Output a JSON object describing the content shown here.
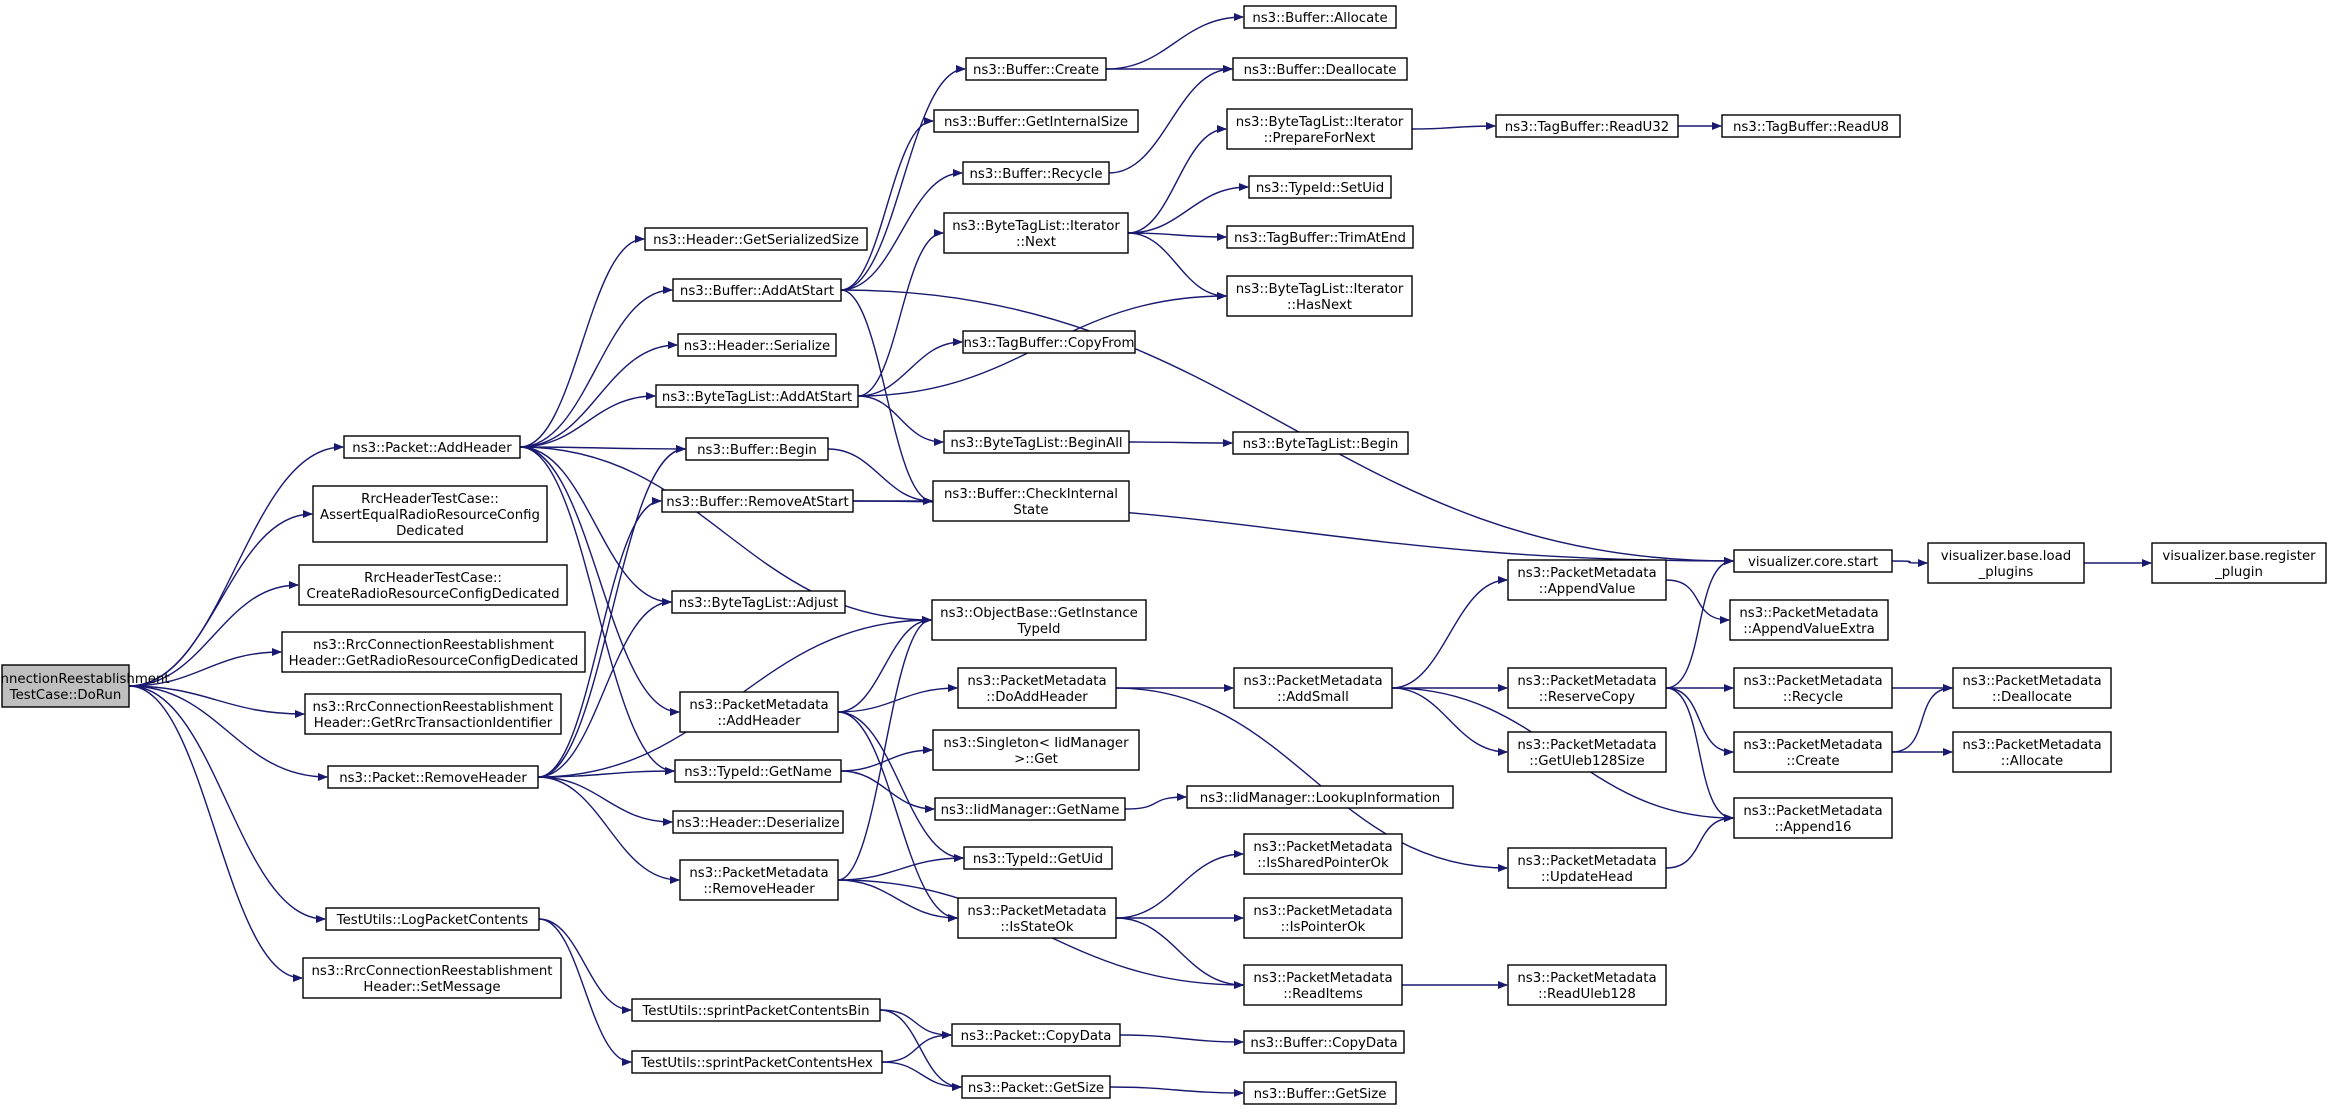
{
  "colors": {
    "edge": "#191970",
    "root_fill": "#bfbfbf",
    "node_fill": "#ffffff",
    "node_stroke": "#000000"
  },
  "nodes": {
    "root": [
      "RrcConnectionReestablishment",
      "TestCase::DoRun"
    ],
    "addHeader": [
      "ns3::Packet::AddHeader"
    ],
    "assertEqual": [
      "RrcHeaderTestCase::",
      "AssertEqualRadioResourceConfig",
      "Dedicated"
    ],
    "createRadio": [
      "RrcHeaderTestCase::",
      "CreateRadioResourceConfigDedicated"
    ],
    "getRadioDed": [
      "ns3::RrcConnectionReestablishment",
      "Header::GetRadioResourceConfigDedicated"
    ],
    "getRrcTrans": [
      "ns3::RrcConnectionReestablishment",
      "Header::GetRrcTransactionIdentifier"
    ],
    "removeHeader": [
      "ns3::Packet::RemoveHeader"
    ],
    "logPacket": [
      "TestUtils::LogPacketContents"
    ],
    "setMessage": [
      "ns3::RrcConnectionReestablishment",
      "Header::SetMessage"
    ],
    "hdrGetSerSize": [
      "ns3::Header::GetSerializedSize"
    ],
    "bufAddAtStart": [
      "ns3::Buffer::AddAtStart"
    ],
    "hdrSerialize": [
      "ns3::Header::Serialize"
    ],
    "btlAddAtStart": [
      "ns3::ByteTagList::AddAtStart"
    ],
    "bufBegin": [
      "ns3::Buffer::Begin"
    ],
    "bufRemoveAtStart": [
      "ns3::Buffer::RemoveAtStart"
    ],
    "btlAdjust": [
      "ns3::ByteTagList::Adjust"
    ],
    "pmAddHeader": [
      "ns3::PacketMetadata",
      "::AddHeader"
    ],
    "typeIdGetName": [
      "ns3::TypeId::GetName"
    ],
    "hdrDeserialize": [
      "ns3::Header::Deserialize"
    ],
    "pmRemoveHeader": [
      "ns3::PacketMetadata",
      "::RemoveHeader"
    ],
    "sprintBin": [
      "TestUtils::sprintPacketContentsBin"
    ],
    "sprintHex": [
      "TestUtils::sprintPacketContentsHex"
    ],
    "bufCreate": [
      "ns3::Buffer::Create"
    ],
    "bufGetInternalSize": [
      "ns3::Buffer::GetInternalSize"
    ],
    "bufRecycle": [
      "ns3::Buffer::Recycle"
    ],
    "btlIterNext": [
      "ns3::ByteTagList::Iterator",
      "::Next"
    ],
    "tbCopyFrom": [
      "ns3::TagBuffer::CopyFrom"
    ],
    "btlBeginAll": [
      "ns3::ByteTagList::BeginAll"
    ],
    "bufCheckInternal": [
      "ns3::Buffer::CheckInternal",
      "State"
    ],
    "objGetInstance": [
      "ns3::ObjectBase::GetInstance",
      "TypeId"
    ],
    "pmDoAddHeader": [
      "ns3::PacketMetadata",
      "::DoAddHeader"
    ],
    "singletonGet": [
      "ns3::Singleton< IidManager",
      ">::Get"
    ],
    "iidGetName": [
      "ns3::IidManager::GetName"
    ],
    "typeIdGetUid": [
      "ns3::TypeId::GetUid"
    ],
    "pmIsStateOk": [
      "ns3::PacketMetadata",
      "::IsStateOk"
    ],
    "pktCopyData": [
      "ns3::Packet::CopyData"
    ],
    "pktGetSize": [
      "ns3::Packet::GetSize"
    ],
    "bufAllocate": [
      "ns3::Buffer::Allocate"
    ],
    "bufDeallocate": [
      "ns3::Buffer::Deallocate"
    ],
    "btlIterPrepare": [
      "ns3::ByteTagList::Iterator",
      "::PrepareForNext"
    ],
    "typeIdSetUid": [
      "ns3::TypeId::SetUid"
    ],
    "tbTrimAtEnd": [
      "ns3::TagBuffer::TrimAtEnd"
    ],
    "btlIterHasNext": [
      "ns3::ByteTagList::Iterator",
      "::HasNext"
    ],
    "btlBegin": [
      "ns3::ByteTagList::Begin"
    ],
    "pmAddSmall": [
      "ns3::PacketMetadata",
      "::AddSmall"
    ],
    "iidLookup": [
      "ns3::IidManager::LookupInformation"
    ],
    "pmIsSharedPtrOk": [
      "ns3::PacketMetadata",
      "::IsSharedPointerOk"
    ],
    "pmIsPointerOk": [
      "ns3::PacketMetadata",
      "::IsPointerOk"
    ],
    "pmReadItems": [
      "ns3::PacketMetadata",
      "::ReadItems"
    ],
    "bufCopyData": [
      "ns3::Buffer::CopyData"
    ],
    "bufGetSize": [
      "ns3::Buffer::GetSize"
    ],
    "tbReadU32": [
      "ns3::TagBuffer::ReadU32"
    ],
    "tbReadU8": [
      "ns3::TagBuffer::ReadU8"
    ],
    "vizCoreStart": [
      "visualizer.core.start"
    ],
    "pmAppendValue": [
      "ns3::PacketMetadata",
      "::AppendValue"
    ],
    "pmReserveCopy": [
      "ns3::PacketMetadata",
      "::ReserveCopy"
    ],
    "pmGetUleb128Size": [
      "ns3::PacketMetadata",
      "::GetUleb128Size"
    ],
    "pmUpdateHead": [
      "ns3::PacketMetadata",
      "::UpdateHead"
    ],
    "pmReadUleb128": [
      "ns3::PacketMetadata",
      "::ReadUleb128"
    ],
    "vizLoadPlugins": [
      "visualizer.base.load",
      "_plugins"
    ],
    "pmAppendValueExtra": [
      "ns3::PacketMetadata",
      "::AppendValueExtra"
    ],
    "pmRecycle": [
      "ns3::PacketMetadata",
      "::Recycle"
    ],
    "pmCreate": [
      "ns3::PacketMetadata",
      "::Create"
    ],
    "pmAppend16": [
      "ns3::PacketMetadata",
      "::Append16"
    ],
    "vizRegisterPlugin": [
      "visualizer.base.register",
      "_plugin"
    ],
    "pmDeallocate": [
      "ns3::PacketMetadata",
      "::Deallocate"
    ],
    "pmAllocate": [
      "ns3::PacketMetadata",
      "::Allocate"
    ]
  }
}
